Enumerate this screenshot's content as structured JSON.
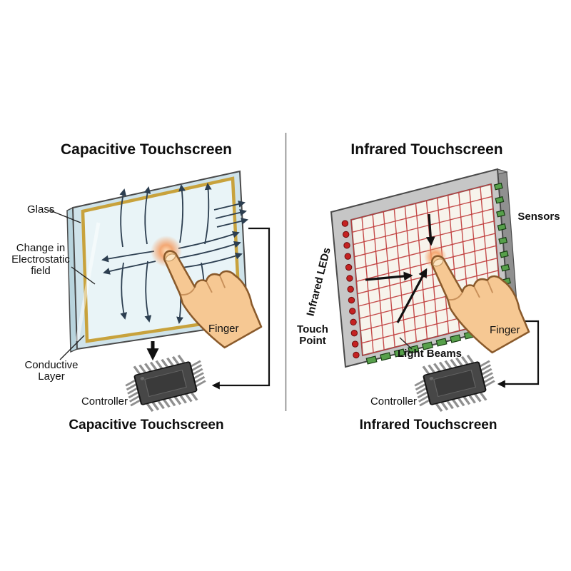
{
  "left": {
    "title_top": "Capacitive Touchscreen",
    "title_bottom": "Capacitive Touchscreen",
    "labels": {
      "glass": "Glass",
      "change_line1": "Change in",
      "change_line2": "Electrostatic",
      "change_line3": "field",
      "conductive_line1": "Conductive",
      "conductive_line2": "Layer",
      "finger": "Finger",
      "controller": "Controller"
    }
  },
  "right": {
    "title_top": "Infrared Touchscreen",
    "title_bottom": "Infrared Touchscreen",
    "labels": {
      "infrared_leds": "Infrared LEDs",
      "sensors": "Sensors",
      "touch_line1": "Touch",
      "touch_line2": "Point",
      "light_beams": "Light Beams",
      "finger": "Finger",
      "controller": "Controller"
    }
  },
  "colors": {
    "glass_fill": "#cfe3ea",
    "glass_inner": "#e9f4f7",
    "glass_edge": "#b8d4dd",
    "conductive_gold": "#c8a23c",
    "field_line": "#2c3e50",
    "beam_red": "#c03a3a",
    "led_red": "#c42222",
    "sensor_green": "#57a04b",
    "frame_gray": "#c6c6c6",
    "frame_gray_dark": "#909090",
    "skin": "#f6c893",
    "chip_body": "#474747",
    "touch_glow": "#f59a5d"
  }
}
